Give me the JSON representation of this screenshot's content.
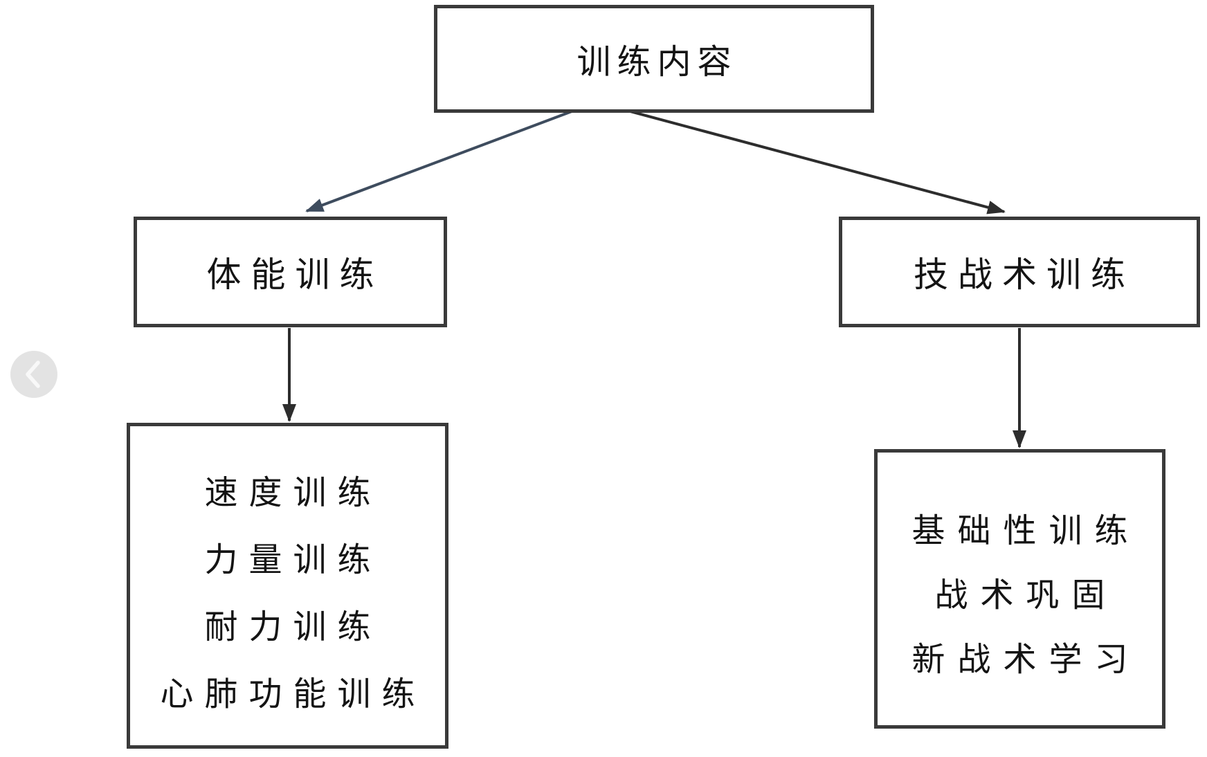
{
  "diagram": {
    "root": {
      "label": "训练内容"
    },
    "left_branch": {
      "label": "体能训练",
      "items": [
        "速度训练",
        "力量训练",
        "耐力训练",
        "心肺功能训练"
      ]
    },
    "right_branch": {
      "label": "技战术训练",
      "items": [
        "基础性训练",
        "战术巩固",
        "新战术学习"
      ]
    }
  },
  "carousel": {
    "prev_icon": "chevron-left"
  },
  "colors": {
    "box_border": "#3a3a3a",
    "text": "#141414",
    "connector": "#2d2d2d",
    "connector_left_diagonal": "#3e4c5e",
    "nav_circle": "#e3e3e3",
    "nav_chevron": "#f8f8f8",
    "page_bg": "#ffffff"
  }
}
